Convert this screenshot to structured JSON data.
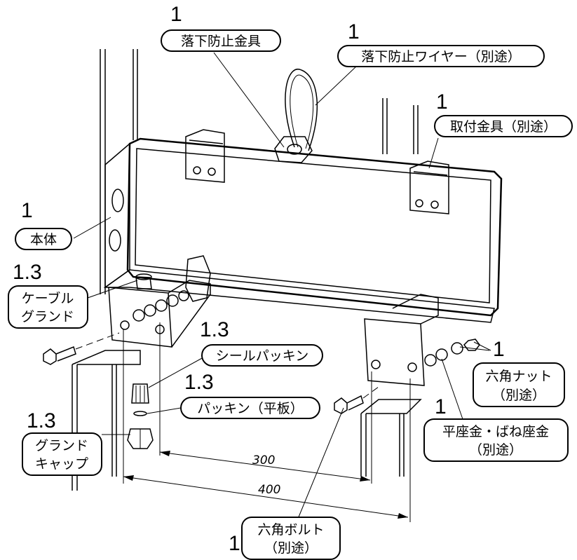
{
  "callouts": {
    "fall_bracket": {
      "ref": "1",
      "text": "落下防止金具"
    },
    "fall_wire": {
      "ref": "1",
      "text": "落下防止ワイヤー（別途）"
    },
    "mount_bracket": {
      "ref": "1",
      "text": "取付金具（別途）"
    },
    "body": {
      "ref": "1",
      "text": "本体"
    },
    "cable_gland": {
      "ref": "1.3",
      "line1": "ケーブル",
      "line2": "グランド"
    },
    "seal_packing": {
      "ref": "1.3",
      "text": "シールパッキン"
    },
    "packing_flat": {
      "ref": "1.3",
      "text": "パッキン（平板）"
    },
    "gland_cap": {
      "ref": "1.3",
      "line1": "グランド",
      "line2": "キャップ"
    },
    "hex_nut": {
      "ref": "1",
      "line1": "六角ナット",
      "line2": "（別途）"
    },
    "washers": {
      "ref": "1",
      "line1": "平座金・ばね座金",
      "line2": "（別途）"
    },
    "hex_bolt": {
      "ref": "1",
      "line1": "六角ボルト",
      "line2": "（別途）"
    }
  },
  "dimensions": {
    "inner": "300",
    "outer": "400"
  }
}
